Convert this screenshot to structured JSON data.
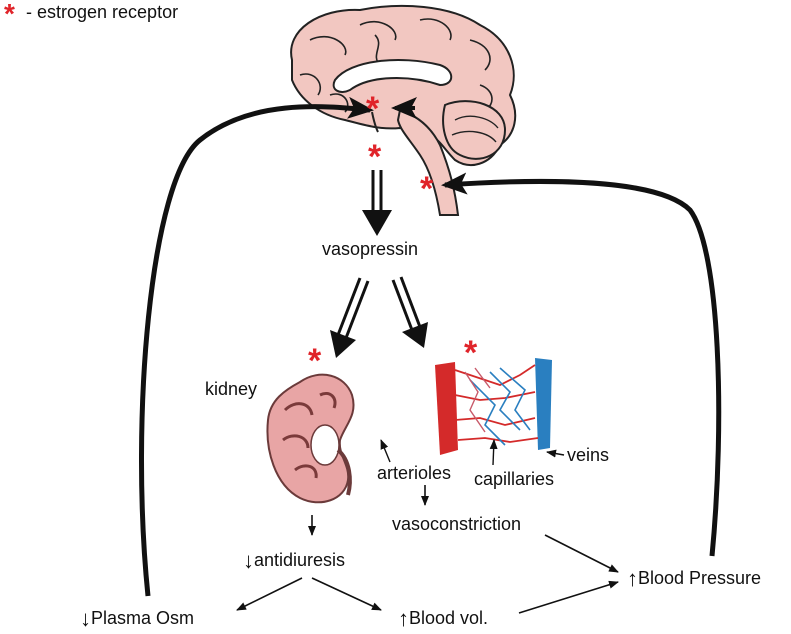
{
  "legend": {
    "symbol": "*",
    "text": "- estrogen receptor"
  },
  "labels": {
    "vasopressin": "vasopressin",
    "kidney": "kidney",
    "antidiuresis": "antidiuresis",
    "plasma_osm": "Plasma Osm",
    "blood_vol": "Blood vol.",
    "blood_pressure": "Blood Pressure",
    "vasoconstriction": "vasoconstriction",
    "arterioles": "arterioles",
    "capillaries": "capillaries",
    "veins": "veins"
  },
  "arrows": {
    "down": "↓",
    "up": "↑"
  },
  "colors": {
    "receptor": "#e0242a",
    "artery": "#d42a2a",
    "vein": "#2a7fc0",
    "brain": "#f2c7c1",
    "kidney": "#e8a5a5"
  }
}
